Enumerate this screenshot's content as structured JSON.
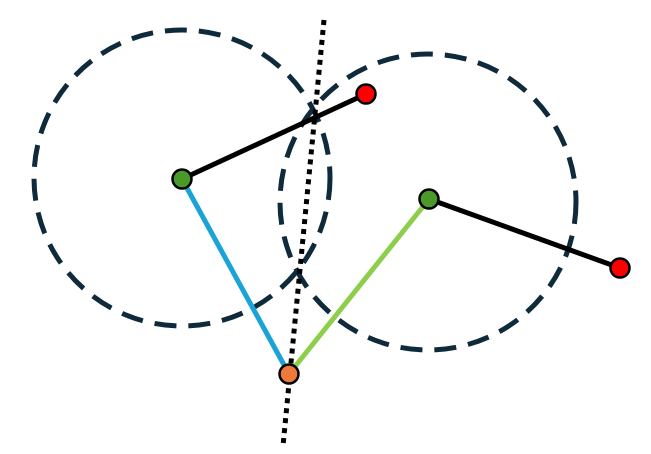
{
  "diagram": {
    "colors": {
      "background": "#ffffff",
      "circle_stroke": "#0f2a3a",
      "black_segment": "#000000",
      "blue_segment": "#1aa3d6",
      "green_segment": "#8fce4a",
      "dotted_line": "#000000",
      "center_point_fill": "#4a9a2a",
      "end_point_fill": "#ff0000",
      "intersection_point_fill": "#ee7a3a",
      "point_outline": "#000000"
    },
    "elements": [
      "dashed-circle-left",
      "dashed-circle-right",
      "dotted-line",
      "segment-black-left",
      "segment-black-right",
      "segment-blue",
      "segment-green",
      "point-center-left",
      "point-center-right",
      "point-end-left",
      "point-end-right",
      "point-intersection"
    ]
  }
}
